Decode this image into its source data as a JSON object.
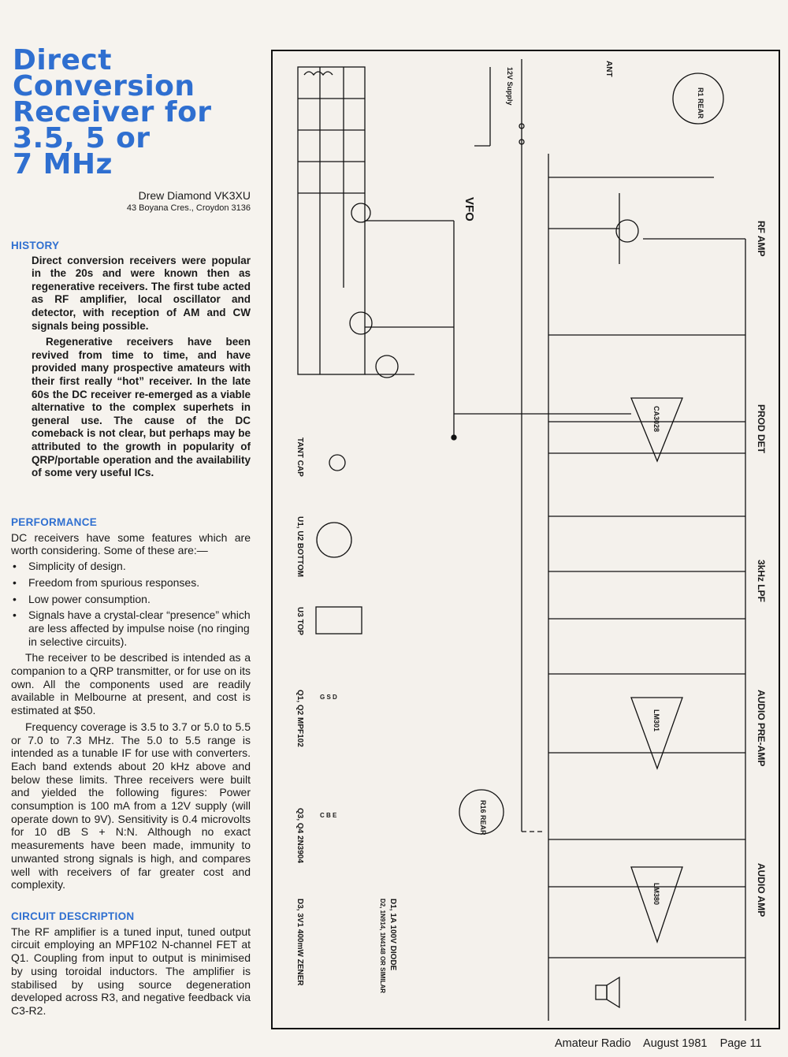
{
  "article": {
    "title_lines": [
      "Direct",
      "Conversion",
      "Receiver for",
      "3.5, 5 or",
      "7 MHz"
    ],
    "author": "Drew Diamond VK3XU",
    "address": "43 Boyana Cres., Croydon 3136"
  },
  "history": {
    "heading": "HISTORY",
    "p1": "Direct conversion receivers were popular in the 20s and were known then as regenerative receivers. The first tube acted as RF amplifier, local oscillator and detector, with reception of AM and CW signals being possible.",
    "p2": "Regenerative receivers have been revived from time to time, and have provided many prospective amateurs with their first really “hot” receiver. In the late 60s the DC receiver re-emerged as a viable alternative to the complex superhets in general use. The cause of the DC comeback is not clear, but perhaps may be attributed to the growth in popularity of QRP/portable operation and the availability of some very useful ICs."
  },
  "performance": {
    "heading": "PERFORMANCE",
    "intro": "DC receivers have some features which are worth considering. Some of these are:—",
    "bullets": [
      "Simplicity of design.",
      "Freedom from spurious responses.",
      "Low power consumption.",
      "Signals have a crystal-clear “presence” which are less affected by impulse noise (no ringing in selective circuits)."
    ],
    "p1": "The receiver to be described is intended as a companion to a QRP transmitter, or for use on its own. All the components used are readily available in Melbourne at present, and cost is estimated at $50.",
    "p2": "Frequency coverage is 3.5 to 3.7 or 5.0 to 5.5 or 7.0 to 7.3 MHz. The 5.0 to 5.5 range is intended as a tunable IF for use with converters. Each band extends about 20 kHz above and below these limits. Three receivers were built and yielded the following figures: Power consumption is 100 mA from a 12V supply (will operate down to 9V). Sensitivity is 0.4 microvolts for 10 dB S + N:N. Although no exact measurements have been made, immunity to unwanted strong signals is high, and compares well with receivers of far greater cost and complexity."
  },
  "circuit": {
    "heading": "CIRCUIT DESCRIPTION",
    "p1": "The RF amplifier is a tuned input, tuned output circuit employing an MPF102 N-channel FET at Q1. Coupling from input to output is minimised by using toroidal inductors. The amplifier is stabilised by using source degeneration developed across R3, and negative feedback via C3-R2."
  },
  "schematic": {
    "sections": [
      "RF AMP",
      "PROD DET",
      "3kHz LPF",
      "AUDIO PRE-AMP",
      "AUDIO AMP"
    ],
    "vfo": "VFO",
    "supply": "12V Supply",
    "ant": "ANT",
    "ics": [
      "CA3028",
      "LM301",
      "LM380"
    ],
    "parts_legend": [
      "TANT CAP",
      "U1, U2 BOTTOM",
      "U3 TOP",
      "Q1, Q2 MPF102",
      "Q3, Q4 2N3904",
      "D1, 1A 100V DIODE",
      "D2, 1N914, 1N4148 OR SIMILAR",
      "D3, 3V1 400mW ZENER"
    ],
    "pins": [
      "G",
      "S",
      "D",
      "C",
      "B",
      "E"
    ],
    "rear_labels": [
      "R1 REAR",
      "R16 REAR"
    ]
  },
  "footer": {
    "publication": "Amateur Radio",
    "date": "August 1981",
    "page": "Page 11"
  }
}
